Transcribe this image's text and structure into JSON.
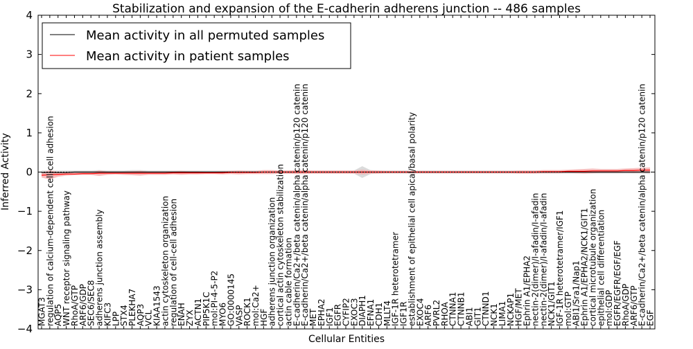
{
  "chart_data": {
    "type": "line",
    "title": "Stabilization and expansion of the E-cadherin adherens junction -- 486 samples",
    "xlabel": "Cellular Entities",
    "ylabel": "Inferred Activity",
    "ylim": [
      -4,
      4
    ],
    "yticks": [
      -4,
      -3,
      -2,
      -1,
      0,
      1,
      2,
      3,
      4
    ],
    "ytick_labels": [
      "−4",
      "−3",
      "−2",
      "−1",
      "0",
      "1",
      "2",
      "3",
      "4"
    ],
    "grid": false,
    "legend_position": "upper-left",
    "categories": [
      "MGAT3",
      "regulation of calcium-dependent cell-cell adhesion",
      "AQP5",
      "WNT receptor signaling pathway",
      "RhoA/GTP",
      "ARF6/GDP",
      "SEC6/SEC8",
      "adherens junction assembly",
      "KIFC3",
      "LPP",
      "STX4",
      "PLEKHA7",
      "AQP3",
      "VCL",
      "KIAA1543",
      "actin cytoskeleton organization",
      "regulation of cell-cell adhesion",
      "ENAH",
      "ZYX",
      "ACTN1",
      "PIP5K1C",
      "mol:PI-4-5-P2",
      "MYO6",
      "GO:0000145",
      "VASP",
      "ROCK1",
      "mol:Ca2+",
      "HGF",
      "adherens junction organization",
      "cortical actin cytoskeleton stabilization",
      "actin cable formation",
      "E-cadherin/Ca2+/beta catenin/alpha catenin/p120 catenin",
      "E-cadherin/Ca2+/beta catenin/alpha catenin/p120 catenin",
      "MET",
      "EPHA2",
      "IGF1",
      "EGFR",
      "CYFIP2",
      "EXOC3",
      "DIAPH1",
      "EFNA1",
      "CDH1",
      "MLLT4",
      "IGF-1R heterotetramer",
      "IGF1R",
      "establishment of epithelial cell apical/basal polarity",
      "EXOC4",
      "ARF6",
      "PVRL2",
      "RHOA",
      "CTNNA1",
      "CTNNB1",
      "ABI1",
      "GIT1",
      "CTNND1",
      "NCK1",
      "LIMA1",
      "NCKAP1",
      "HGF/MET",
      "Ephrin A1/EPHA2",
      "nectin-2(dimer)/I-afadin/I-afadin",
      "nectin-2(dimer)/I-afadin/I-afadin",
      "NCK1/GIT1",
      "IGF-1R heterotetramer/IGF1",
      "mol:GTP",
      "ABI1/Sra1/Nap1",
      "Ephrin A1/EPHA2/NCK1/GIT1",
      "cortical microtubule organization",
      "epithelial cell differentiation",
      "mol:GDP",
      "EGFR/EGFR/EGF/EGF",
      "RhoA/GDP",
      "ARF6/GTP",
      "E-cadherin/Ca2+/beta catenin/alpha catenin/p120 catenin",
      "EGF"
    ],
    "series": [
      {
        "name": "Mean activity in all permuted samples",
        "color": "#000000",
        "band_color": "#cccccc",
        "values": [
          -0.01,
          -0.01,
          -0.01,
          -0.01,
          0,
          0,
          0,
          0,
          0,
          0,
          0,
          0,
          0,
          0,
          0,
          0,
          0,
          0,
          0,
          0,
          0,
          0,
          0,
          0,
          0,
          0,
          0,
          0,
          0,
          0,
          0,
          0,
          0,
          0,
          0,
          0,
          0,
          0,
          0,
          0,
          0,
          0,
          0,
          0,
          0,
          0,
          0,
          0,
          0,
          0,
          0,
          0,
          0,
          0,
          0,
          0,
          0,
          0,
          0,
          0,
          0,
          0,
          0,
          0,
          0,
          0,
          0,
          0,
          0,
          0,
          0,
          0,
          0,
          0,
          0
        ],
        "band": [
          0.05,
          0.05,
          0.05,
          0.05,
          0.04,
          0.04,
          0.04,
          0.05,
          0.04,
          0.04,
          0.04,
          0.05,
          0.05,
          0.04,
          0.04,
          0.04,
          0.04,
          0.04,
          0.04,
          0.04,
          0.04,
          0.04,
          0.04,
          0.04,
          0.04,
          0.04,
          0.04,
          0.04,
          0.04,
          0.04,
          0.04,
          0.04,
          0.04,
          0.04,
          0.04,
          0.04,
          0.04,
          0.04,
          0.04,
          0.15,
          0.05,
          0.04,
          0.04,
          0.04,
          0.04,
          0.04,
          0.04,
          0.04,
          0.04,
          0.04,
          0.04,
          0.04,
          0.04,
          0.04,
          0.04,
          0.04,
          0.04,
          0.04,
          0.04,
          0.04,
          0.04,
          0.04,
          0.04,
          0.04,
          0.04,
          0.04,
          0.04,
          0.04,
          0.04,
          0.04,
          0.04,
          0.04,
          0.04,
          0.04,
          0.05
        ]
      },
      {
        "name": "Mean activity in patient samples",
        "color": "#ff0000",
        "band_color": "#f4aaaa",
        "values": [
          -0.08,
          -0.07,
          -0.06,
          -0.05,
          -0.05,
          -0.04,
          -0.04,
          -0.03,
          -0.03,
          -0.03,
          -0.03,
          -0.03,
          -0.03,
          -0.03,
          -0.03,
          -0.03,
          -0.02,
          -0.02,
          -0.02,
          -0.02,
          -0.02,
          -0.02,
          -0.02,
          -0.01,
          -0.01,
          -0.01,
          -0.01,
          0,
          0,
          0,
          0,
          0,
          0,
          0,
          0,
          0,
          0,
          0,
          0,
          0,
          0,
          0,
          0,
          0,
          0,
          0,
          0,
          0,
          0,
          0,
          0,
          0,
          0,
          0,
          0,
          0,
          0,
          0,
          0,
          0,
          0,
          0.01,
          0.01,
          0.01,
          0.02,
          0.02,
          0.02,
          0.03,
          0.03,
          0.03,
          0.03,
          0.04,
          0.04,
          0.05,
          0.05
        ],
        "band": [
          0.06,
          0.12,
          0.06,
          0.04,
          0.03,
          0.03,
          0.03,
          0.07,
          0.04,
          0.03,
          0.04,
          0.05,
          0.06,
          0.04,
          0.04,
          0.04,
          0.04,
          0.05,
          0.04,
          0.04,
          0.03,
          0.03,
          0.04,
          0.04,
          0.05,
          0.04,
          0.04,
          0.05,
          0.05,
          0.04,
          0.04,
          0.05,
          0.05,
          0.04,
          0.04,
          0.04,
          0.04,
          0.04,
          0.04,
          0.06,
          0.04,
          0.04,
          0.03,
          0.03,
          0.03,
          0.03,
          0.03,
          0.03,
          0.03,
          0.03,
          0.03,
          0.03,
          0.03,
          0.03,
          0.03,
          0.03,
          0.03,
          0.03,
          0.04,
          0.04,
          0.04,
          0.04,
          0.04,
          0.04,
          0.04,
          0.05,
          0.06,
          0.06,
          0.05,
          0.05,
          0.05,
          0.05,
          0.06,
          0.06,
          0.07
        ]
      }
    ]
  }
}
